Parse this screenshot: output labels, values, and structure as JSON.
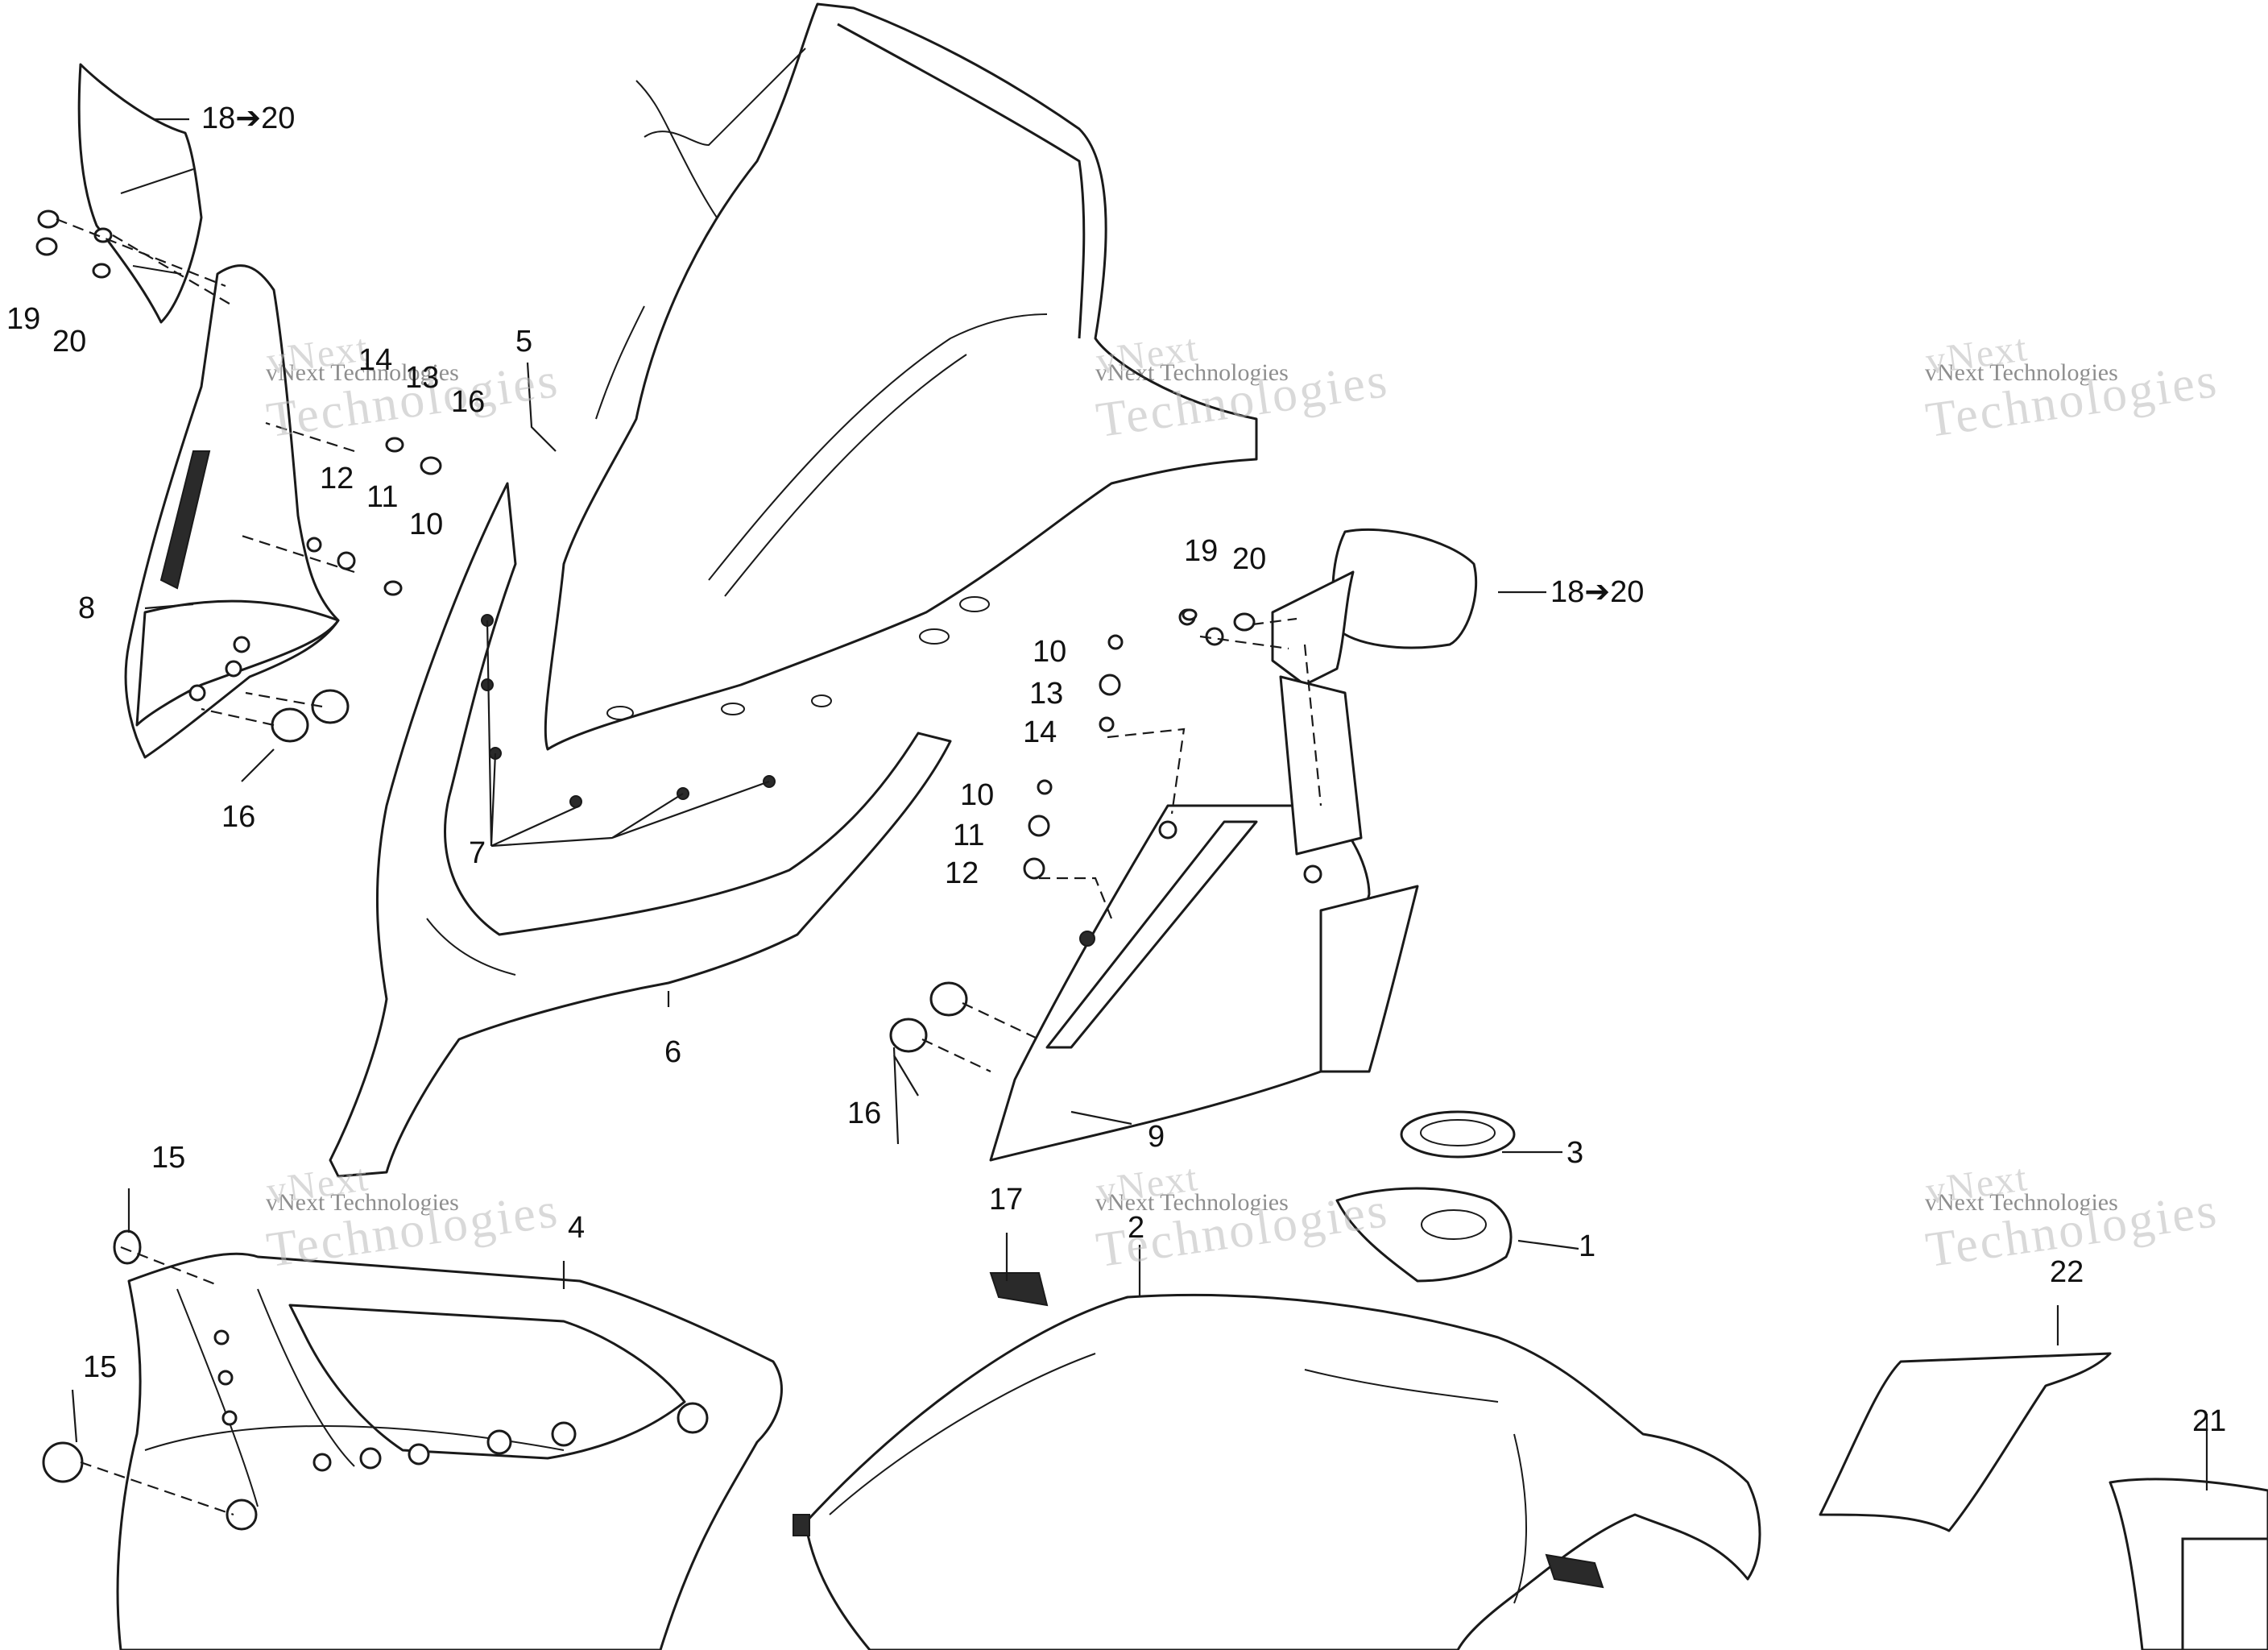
{
  "watermark": {
    "line1": "vNext",
    "line2": "vNext Technologies",
    "line3": "Technologies"
  },
  "callouts": {
    "c1": "1",
    "c2": "2",
    "c3": "3",
    "c4": "4",
    "c5": "5",
    "c6": "6",
    "c7": "7",
    "c8": "8",
    "c9": "9",
    "c10a": "10",
    "c10b": "10",
    "c10c": "10",
    "c11a": "11",
    "c11b": "11",
    "c12a": "12",
    "c12b": "12",
    "c13a": "13",
    "c13b": "13",
    "c14a": "14",
    "c14b": "14",
    "c15a": "15",
    "c15b": "15",
    "c16a": "16",
    "c16b": "16",
    "c16c": "16",
    "c17": "17",
    "c18a": "18➔20",
    "c18b": "18➔20",
    "c19a": "19",
    "c19b": "19",
    "c20a": "20",
    "c20b": "20",
    "c21": "21",
    "c22": "22"
  }
}
